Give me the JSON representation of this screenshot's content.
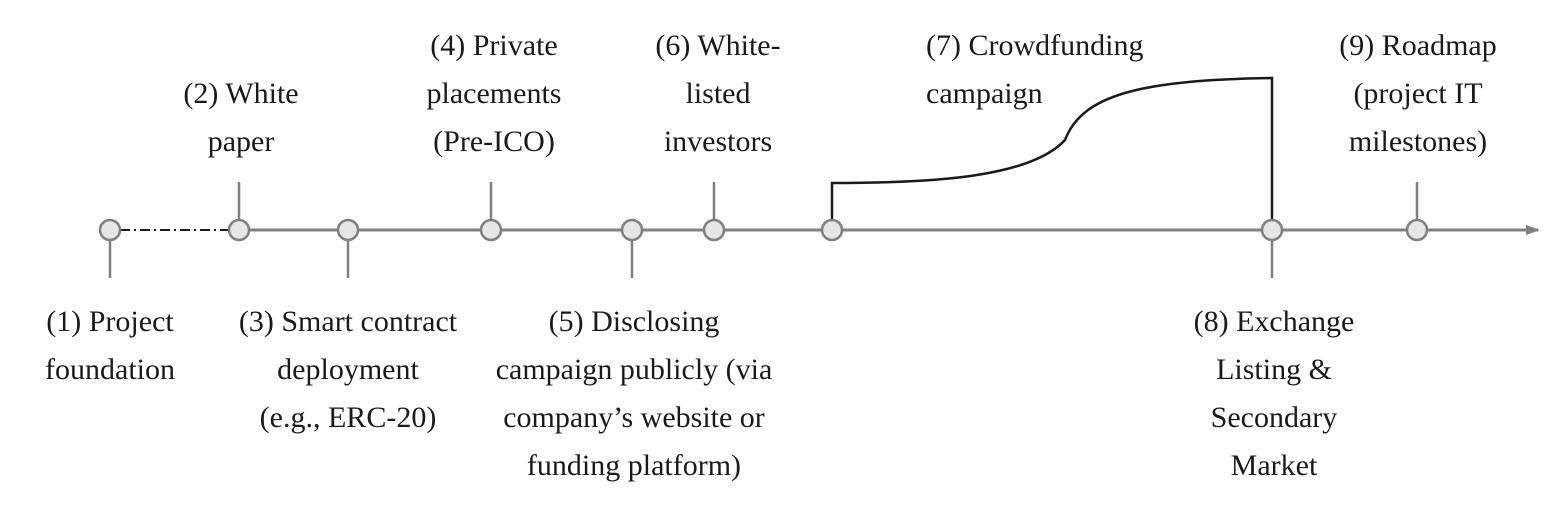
{
  "colors": {
    "axis": "#808080",
    "node_fill": "#e6e6e6",
    "node_stroke": "#808080",
    "curve": "#1a1a1a",
    "text": "#1a1a1a"
  },
  "milestones": [
    {
      "id": 1,
      "lines": [
        "(1) Project",
        "foundation"
      ]
    },
    {
      "id": 2,
      "lines": [
        "(2) White",
        "paper"
      ]
    },
    {
      "id": 3,
      "lines": [
        "(3) Smart contract",
        "deployment",
        "(e.g., ERC-20)"
      ]
    },
    {
      "id": 4,
      "lines": [
        "(4) Private",
        "placements",
        "(Pre-ICO)"
      ]
    },
    {
      "id": 5,
      "lines": [
        "(5) Disclosing",
        "campaign publicly (via",
        "company’s website or",
        "funding platform)"
      ]
    },
    {
      "id": 6,
      "lines": [
        "(6) White-",
        "listed",
        "investors"
      ]
    },
    {
      "id": 7,
      "lines": [
        "(7) Crowdfunding",
        "campaign"
      ]
    },
    {
      "id": 8,
      "lines": [
        "(8) Exchange",
        "Listing &",
        "Secondary",
        "Market"
      ]
    },
    {
      "id": 9,
      "lines": [
        "(9) Roadmap",
        "(project IT",
        "milestones)"
      ]
    }
  ]
}
